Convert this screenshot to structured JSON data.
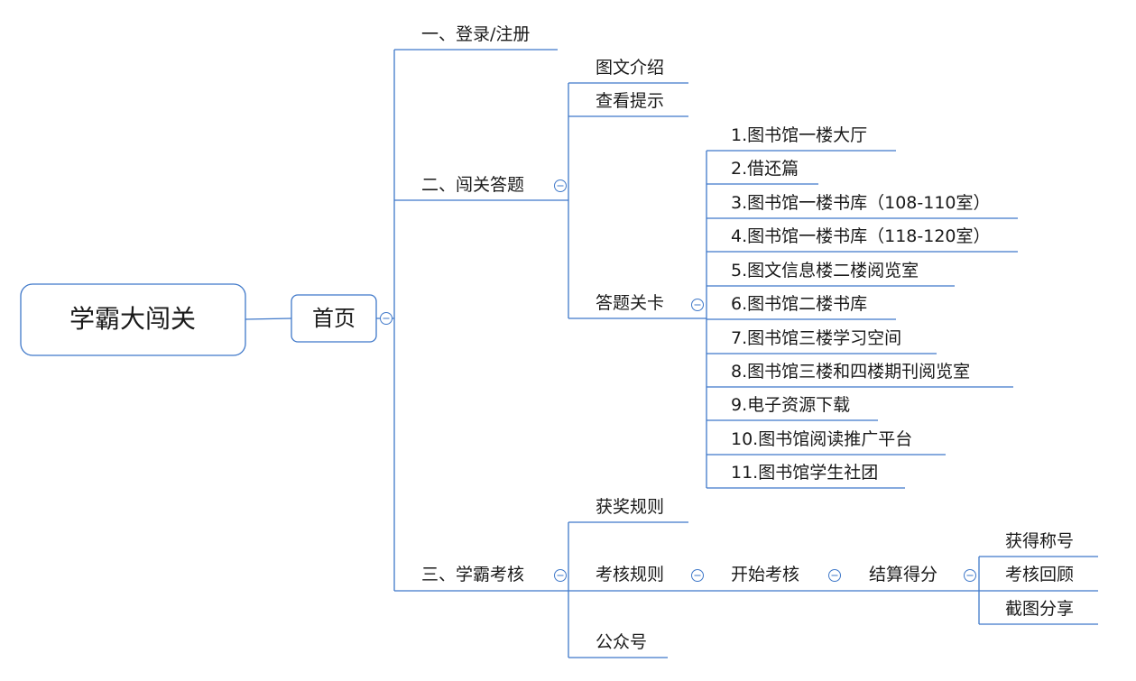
{
  "root": {
    "label": "学霸大闯关"
  },
  "home": {
    "label": "首页"
  },
  "sections": {
    "login": {
      "label": "一、登录/注册"
    },
    "quiz": {
      "label": "二、闯关答题",
      "items": {
        "intro": "图文介绍",
        "hint": "查看提示",
        "levels": "答题关卡"
      },
      "levels": [
        "1.图书馆一楼大厅",
        "2.借还篇",
        "3.图书馆一楼书库（108-110室）",
        "4.图书馆一楼书库（118-120室）",
        "5.图文信息楼二楼阅览室",
        "6.图书馆二楼书库",
        "7.图书馆三楼学习空间",
        "8.图书馆三楼和四楼期刊阅览室",
        "9.电子资源下载",
        "10.图书馆阅读推广平台",
        "11.图书馆学生社团"
      ]
    },
    "exam": {
      "label": "三、学霸考核",
      "items": {
        "awards": "获奖规则",
        "rules": "考核规则",
        "start": "开始考核",
        "score": "结算得分",
        "official": "公众号"
      },
      "results": [
        "获得称号",
        "考核回顾",
        "截图分享"
      ]
    }
  },
  "colors": {
    "line": "#3f78c9",
    "text": "#1a1a1a",
    "background": "#ffffff"
  }
}
